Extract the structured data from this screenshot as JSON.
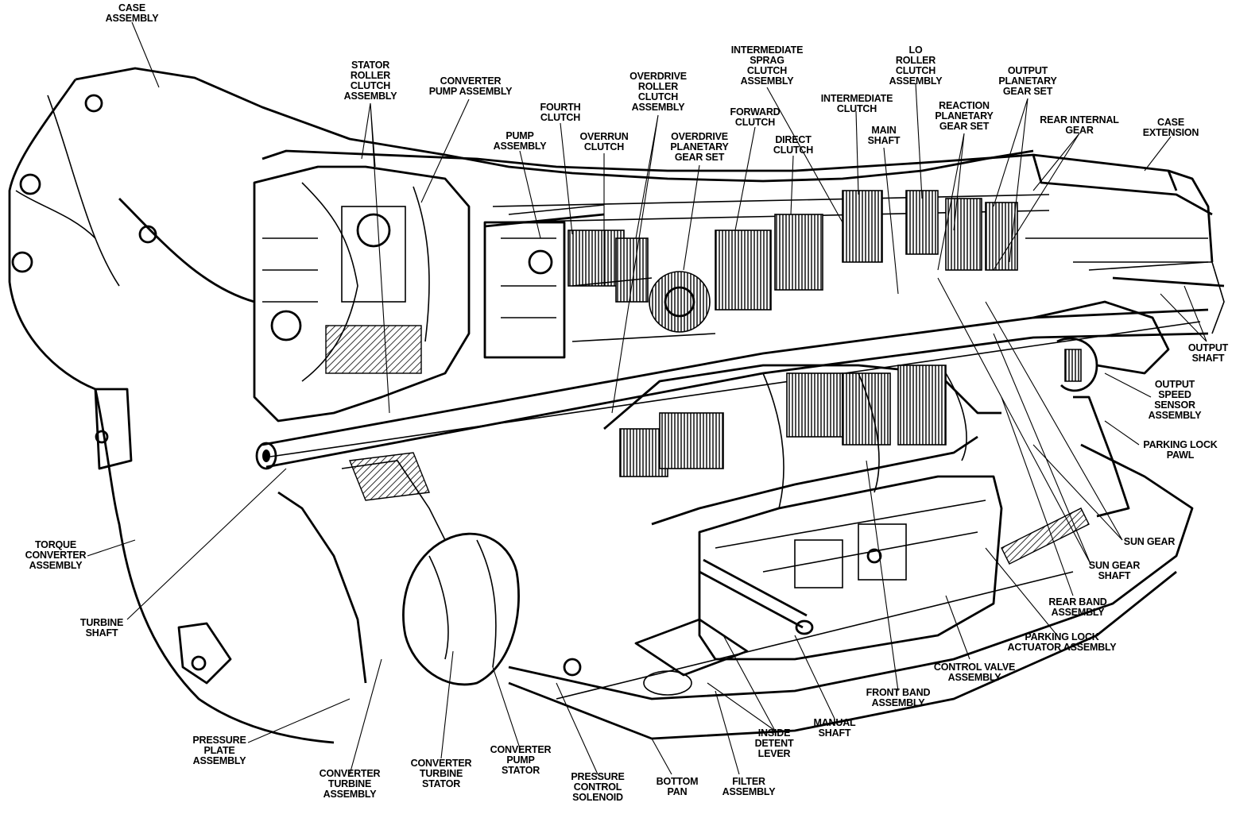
{
  "diagram": {
    "labels": [
      {
        "id": "case-assembly-top",
        "text": "CASE\nASSEMBLY"
      },
      {
        "id": "stator-roller-clutch",
        "text": "STATOR\nROLLER\nCLUTCH\nASSEMBLY"
      },
      {
        "id": "converter-pump-assembly",
        "text": "CONVERTER\nPUMP ASSEMBLY"
      },
      {
        "id": "overdrive-roller-clutch",
        "text": "OVERDRIVE\nROLLER\nCLUTCH\nASSEMBLY"
      },
      {
        "id": "fourth-clutch",
        "text": "FOURTH\nCLUTCH"
      },
      {
        "id": "pump-assembly",
        "text": "PUMP\nASSEMBLY"
      },
      {
        "id": "overrun-clutch",
        "text": "OVERRUN\nCLUTCH"
      },
      {
        "id": "overdrive-planetary",
        "text": "OVERDRIVE\nPLANETARY\nGEAR SET"
      },
      {
        "id": "intermediate-sprag",
        "text": "INTERMEDIATE\nSPRAG\nCLUTCH\nASSEMBLY"
      },
      {
        "id": "forward-clutch",
        "text": "FORWARD\nCLUTCH"
      },
      {
        "id": "direct-clutch",
        "text": "DIRECT\nCLUTCH"
      },
      {
        "id": "intermediate-clutch",
        "text": "INTERMEDIATE\nCLUTCH"
      },
      {
        "id": "main-shaft",
        "text": "MAIN\nSHAFT"
      },
      {
        "id": "lo-roller-clutch",
        "text": "LO\nROLLER\nCLUTCH\nASSEMBLY"
      },
      {
        "id": "reaction-planetary",
        "text": "REACTION\nPLANETARY\nGEAR SET"
      },
      {
        "id": "output-planetary",
        "text": "OUTPUT\nPLANETARY\nGEAR SET"
      },
      {
        "id": "rear-internal-gear",
        "text": "REAR INTERNAL\nGEAR"
      },
      {
        "id": "case-extension",
        "text": "CASE\nEXTENSION"
      },
      {
        "id": "output-shaft",
        "text": "OUTPUT\nSHAFT"
      },
      {
        "id": "output-speed-sensor",
        "text": "OUTPUT\nSPEED\nSENSOR\nASSEMBLY"
      },
      {
        "id": "parking-lock-pawl",
        "text": "PARKING LOCK\nPAWL"
      },
      {
        "id": "sun-gear",
        "text": "SUN GEAR"
      },
      {
        "id": "sun-gear-shaft",
        "text": "SUN GEAR\nSHAFT"
      },
      {
        "id": "rear-band-assembly",
        "text": "REAR BAND\nASSEMBLY"
      },
      {
        "id": "parking-lock-actuator",
        "text": "PARKING LOCK\nACTUATOR ASSEMBLY"
      },
      {
        "id": "control-valve-assembly",
        "text": "CONTROL VALVE\nASSEMBLY"
      },
      {
        "id": "front-band-assembly",
        "text": "FRONT BAND\nASSEMBLY"
      },
      {
        "id": "manual-shaft",
        "text": "MANUAL\nSHAFT"
      },
      {
        "id": "inside-detent-lever",
        "text": "INSIDE\nDETENT\nLEVER"
      },
      {
        "id": "filter-assembly",
        "text": "FILTER\nASSEMBLY"
      },
      {
        "id": "bottom-pan",
        "text": "BOTTOM\nPAN"
      },
      {
        "id": "pressure-control-solenoid",
        "text": "PRESSURE\nCONTROL\nSOLENOID"
      },
      {
        "id": "converter-pump-stator",
        "text": "CONVERTER\nPUMP\nSTATOR"
      },
      {
        "id": "converter-turbine-stator",
        "text": "CONVERTER\nTURBINE\nSTATOR"
      },
      {
        "id": "converter-turbine-assembly",
        "text": "CONVERTER\nTURBINE\nASSEMBLY"
      },
      {
        "id": "pressure-plate-assembly",
        "text": "PRESSURE\nPLATE\nASSEMBLY"
      },
      {
        "id": "turbine-shaft",
        "text": "TURBINE\nSHAFT"
      },
      {
        "id": "torque-converter-assembly",
        "text": "TORQUE\nCONVERTER\nASSEMBLY"
      }
    ]
  }
}
